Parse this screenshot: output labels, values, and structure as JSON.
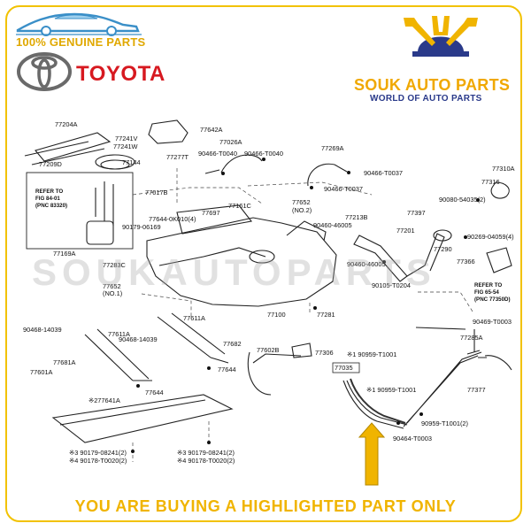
{
  "branding": {
    "genuine_text": "100% GENUINE PARTS",
    "toyota_text": "TOYOTA",
    "souk_text": "SOUK AUTO PARTS",
    "souk_tagline": "WORLD OF AUTO PARTS",
    "watermark": "SOUKAUTOPARTS",
    "footer_text": "YOU ARE BUYING A HIGHLIGHTED PART ONLY",
    "colors": {
      "gold": "#f0b400",
      "red": "#d71920",
      "navy": "#2a3a8a",
      "blue_car": "#3a8fc8"
    }
  },
  "diagram": {
    "labels": {
      "l1": "77204A",
      "l2": "77241V",
      "l3": "77241W",
      "l4": "77209D",
      "l5": "77144",
      "l6": "77017B",
      "l7": "77642A",
      "l8": "77026A",
      "l9": "77277T",
      "l10": "90466-T0040",
      "l11": "90466-T0040",
      "l12": "77269A",
      "l13": "90466-T0037",
      "l14": "90466-T0037",
      "l15": "77310A",
      "l16": "77316",
      "l17": "90080-54035(2)",
      "l18": "77397",
      "l19": "77213B",
      "l20": "77201",
      "l21": "90269-04059(4)",
      "l22": "77290",
      "l23": "77366",
      "l24": "77652",
      "l25": "(NO.2)",
      "l26": "90460-46005",
      "l27": "90460-46005",
      "l28": "90105-T0204",
      "l29": "77697",
      "l30": "77644-0K010(4)",
      "l31": "77161C",
      "l32": "90179-06169",
      "l33": "77169A",
      "l34": "77283C",
      "l35": "77652",
      "l36": "(NO.1)",
      "l37": "77100",
      "l38": "77281",
      "l39": "77611A",
      "l40": "77611A",
      "l41": "90468-14039",
      "l42": "90468-14039",
      "l43": "77682",
      "l44": "77602B",
      "l45": "77306",
      "l46": "77644",
      "l47": "77601A",
      "l48": "77681A",
      "l49": "77644",
      "l50": "※277641A",
      "l51": "※3  90179-08241(2)",
      "l52": "※4  90178-T0020(2)",
      "l53": "※3 90179-08241(2)",
      "l54": "※4 90178-T0020(2)",
      "l55": "77035",
      "l56": "※1 90959-T1001",
      "l57": "※1 90959-T1001",
      "l58": "90959-T1001(2)",
      "l59": "90464-T0003",
      "l60": "90469-T0003",
      "l61": "77285A",
      "l62": "77377"
    },
    "notes": {
      "n1": "REFER TO",
      "n2": "FIG 84-01",
      "n3": "(PNC 83320)",
      "n4": "REFER TO",
      "n5": "FIG 65-54",
      "n6": "(PNC 77350D)"
    }
  }
}
